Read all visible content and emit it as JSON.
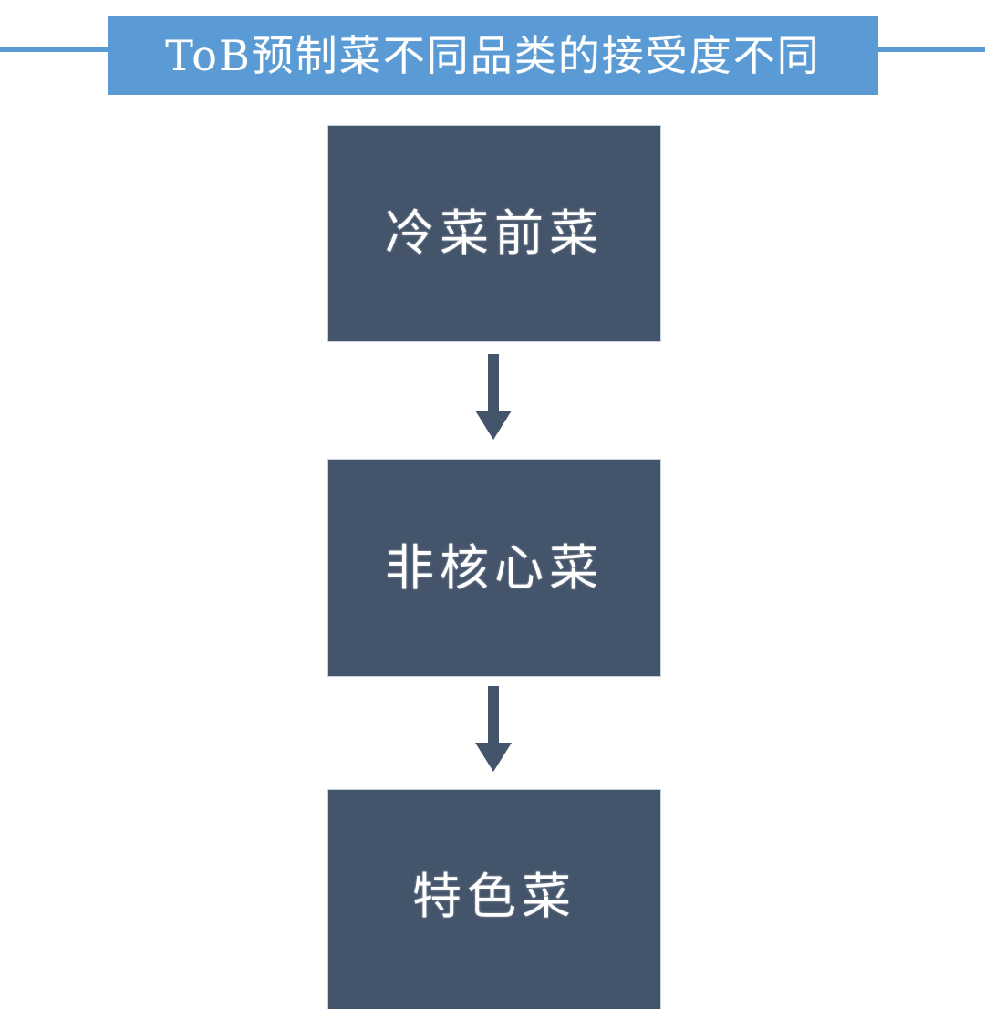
{
  "header": {
    "title": "ToB预制菜不同品类的接受度不同",
    "banner_color": "#5B9BD5",
    "rule_color": "#5B9BD5",
    "title_color": "#FFFFFF"
  },
  "flow": {
    "box_color": "#44546A",
    "box_text_color": "#FFFFFF",
    "arrow_color": "#44546A",
    "steps": [
      {
        "label": "冷菜前菜"
      },
      {
        "label": "非核心菜"
      },
      {
        "label": "特色菜"
      }
    ],
    "connectors": [
      {
        "name": "arrow-down-icon"
      },
      {
        "name": "arrow-down-icon"
      }
    ]
  }
}
